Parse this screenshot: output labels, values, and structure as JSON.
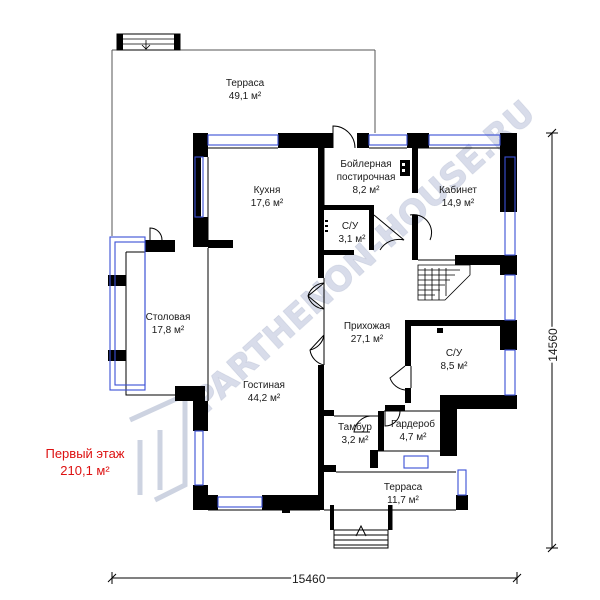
{
  "plan": {
    "floor_name": "Первый этаж",
    "floor_area": "210,1 м²",
    "dim_width": "15460",
    "dim_height": "14560",
    "watermark": "PARTHENON-HOUSE.RU",
    "colors": {
      "wall": "#000000",
      "window": "#3a4fd6",
      "floor_label": "#dd1111",
      "watermark": "#d4d9e8"
    },
    "rooms": [
      {
        "id": "terrace-top",
        "name": "Терраса",
        "area": "49,1 м²"
      },
      {
        "id": "boiler",
        "name": "Бойлерная\nпостирочная",
        "area": "8,2 м²"
      },
      {
        "id": "kitchen",
        "name": "Кухня",
        "area": "17,6 м²"
      },
      {
        "id": "cabinet",
        "name": "Кабинет",
        "area": "14,9 м²"
      },
      {
        "id": "wc1",
        "name": "С/У",
        "area": "3,1 м²"
      },
      {
        "id": "dining",
        "name": "Столовая",
        "area": "17,8 м²"
      },
      {
        "id": "hall",
        "name": "Прихожая",
        "area": "27,1 м²"
      },
      {
        "id": "wc2",
        "name": "С/У",
        "area": "8,5 м²"
      },
      {
        "id": "living",
        "name": "Гостиная",
        "area": "44,2 м²"
      },
      {
        "id": "tambour",
        "name": "Тамбур",
        "area": "3,2 м²"
      },
      {
        "id": "wardrobe",
        "name": "Гардероб",
        "area": "4,7 м²"
      },
      {
        "id": "terrace-bottom",
        "name": "Терраса",
        "area": "11,7 м²"
      }
    ]
  }
}
